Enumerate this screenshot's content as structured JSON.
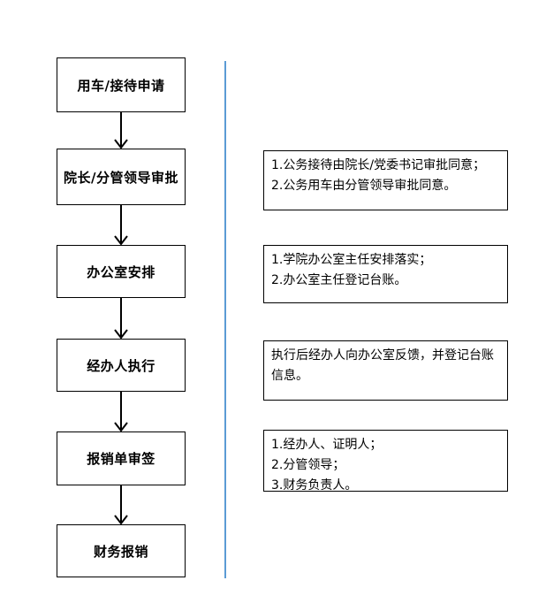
{
  "colors": {
    "divider": "#5B9BD5",
    "box_border": "#000000",
    "text": "#000000",
    "background": "#ffffff"
  },
  "flow": {
    "steps": [
      {
        "label": "用车/接待申请"
      },
      {
        "label": "院长/分管领导审批"
      },
      {
        "label": "办公室安排"
      },
      {
        "label": "经办人执行"
      },
      {
        "label": "报销单审签"
      },
      {
        "label": "财务报销"
      }
    ]
  },
  "annotations": [
    {
      "lines": [
        "1.公务接待由院长/党委书记审批同意；",
        "2.公务用车由分管领导审批同意。"
      ]
    },
    {
      "lines": [
        "1.学院办公室主任安排落实；",
        "2.办公室主任登记台账。"
      ]
    },
    {
      "lines": [
        "执行后经办人向办公室反馈，并登记台账信息。"
      ]
    },
    {
      "lines": [
        "1.经办人、证明人；",
        "2.分管领导；",
        "3.财务负责人。"
      ]
    }
  ]
}
